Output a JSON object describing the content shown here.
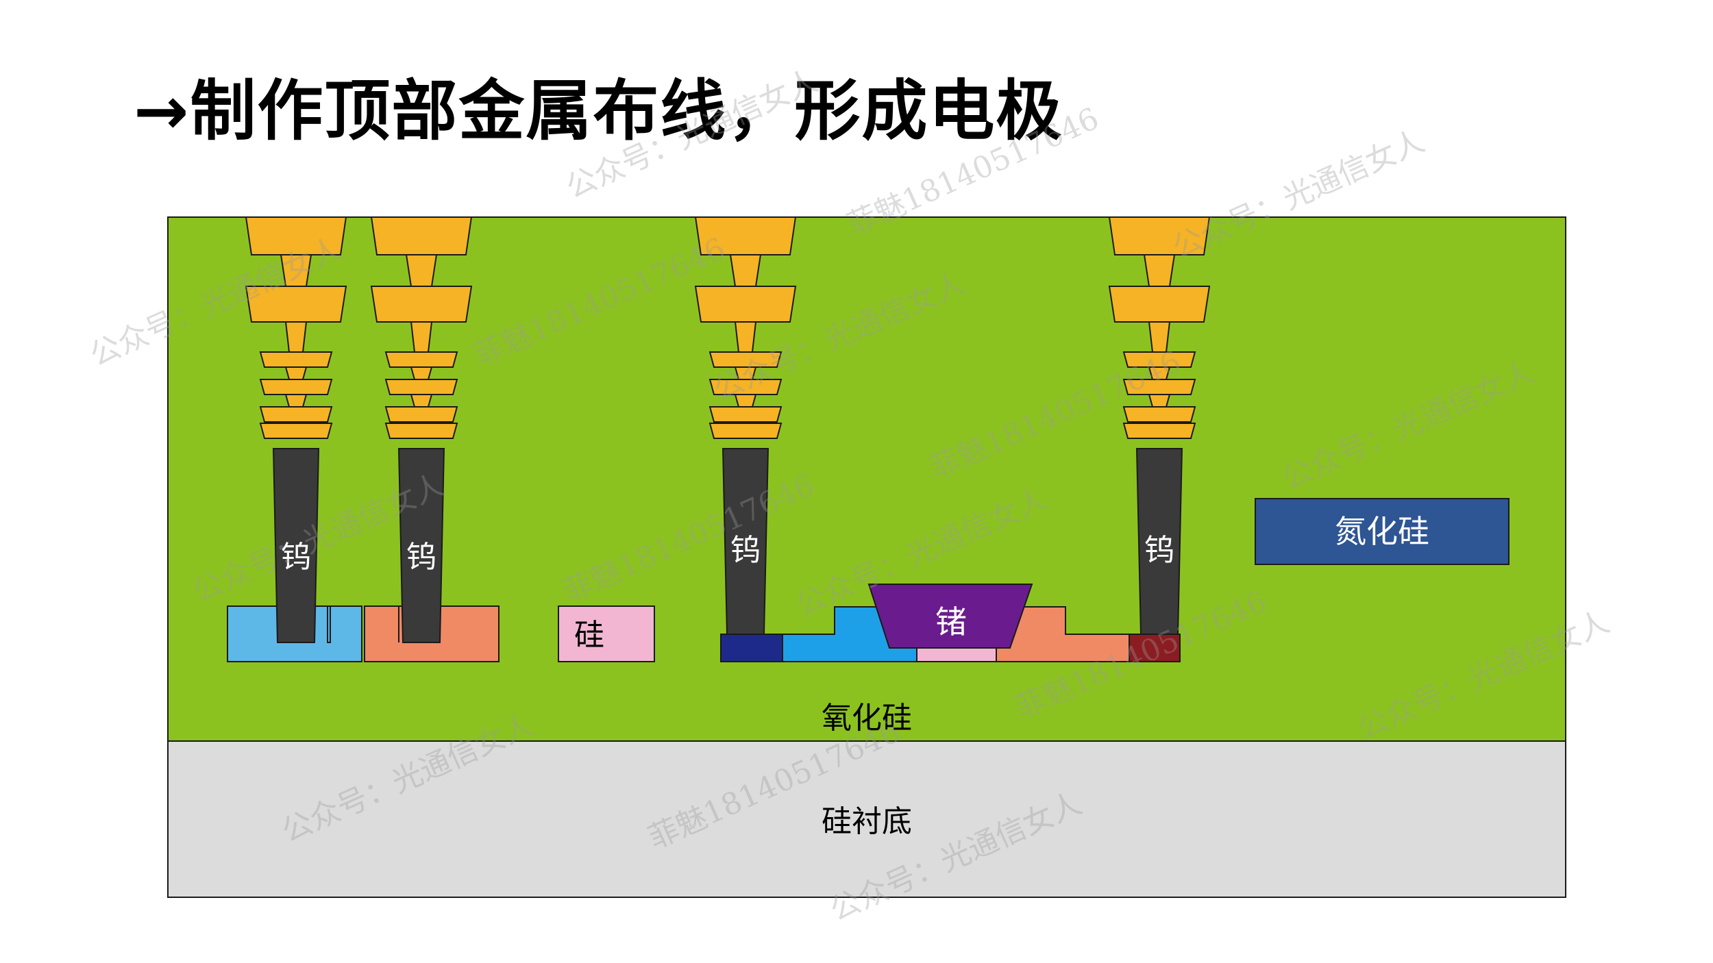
{
  "title": "→制作顶部金属布线，形成电极",
  "labels": {
    "oxide": "氧化硅",
    "substrate": "硅衬底",
    "nitride": "氮化硅",
    "silicon": "硅",
    "germanium": "锗",
    "tungsten": "钨"
  },
  "watermarks": {
    "account": "公众号：光通信女人",
    "contact": "菲魅18140517646"
  },
  "colors": {
    "oxide_green": "#8CC21F",
    "substrate_gray": "#DCDCDC",
    "metal_gold": "#F5B325",
    "tungsten_gray": "#3A3A3A",
    "nitride_blue": "#2E5594",
    "silicon_pink": "#F3B6D2",
    "germanium_purple": "#6A1C8E",
    "n_doped_blue": "#5DB8E8",
    "p_doped_orange": "#F08A65",
    "contact_navy": "#1E2A8A",
    "contact_red": "#8A1C22",
    "bright_blue": "#1EA0E8"
  }
}
